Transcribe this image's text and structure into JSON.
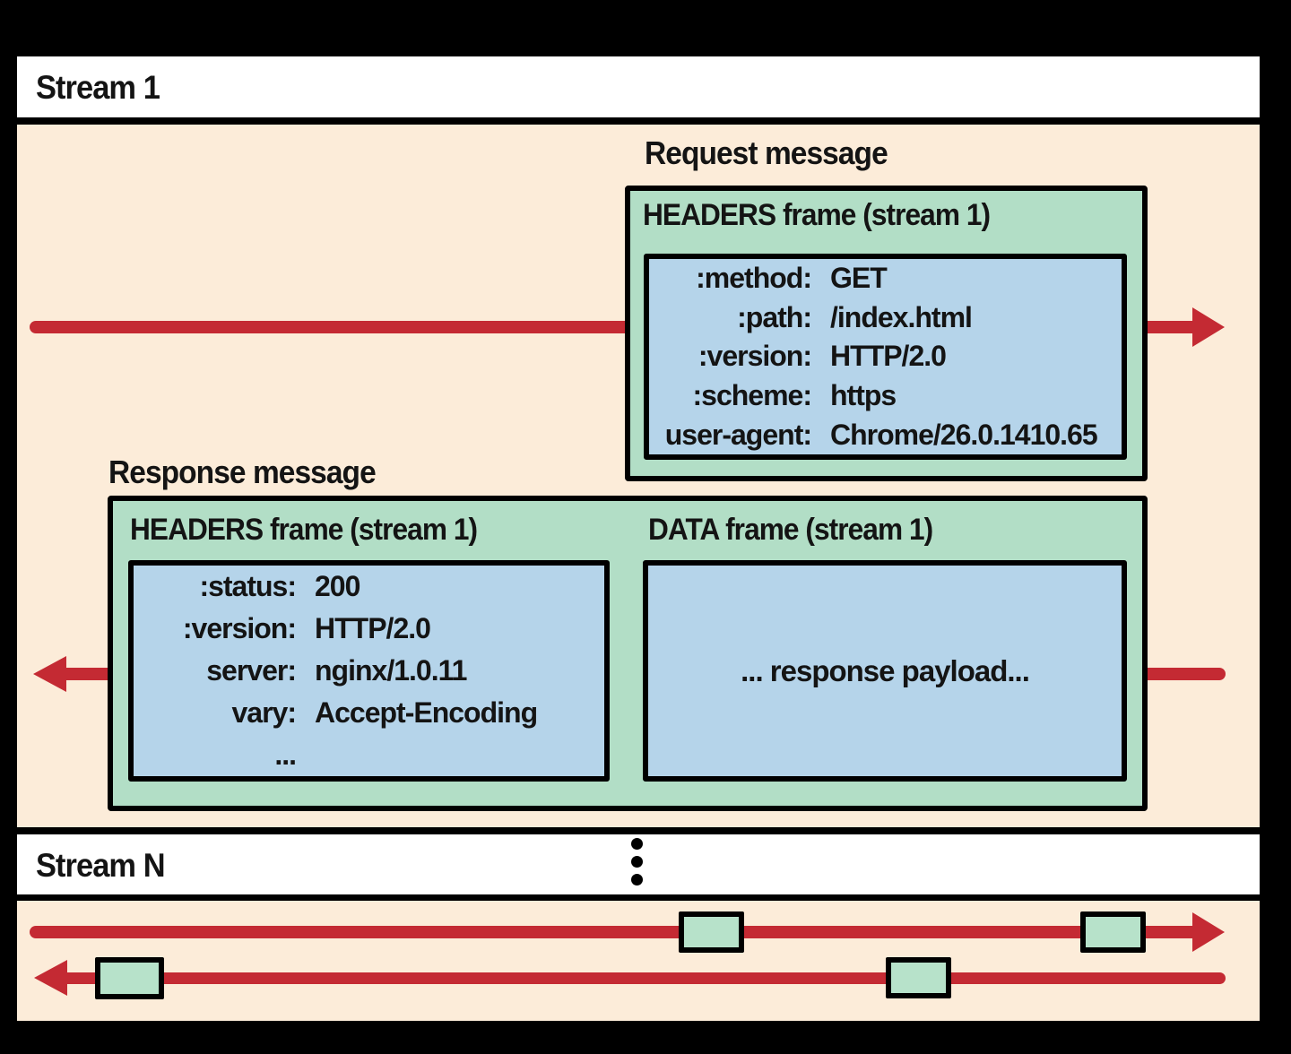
{
  "streams": {
    "stream1_label": "Stream 1",
    "streamN_label": "Stream N"
  },
  "request": {
    "title": "Request message",
    "frame_title": "HEADERS frame (stream 1)",
    "headers": [
      {
        "key": ":method:",
        "value": "GET"
      },
      {
        "key": ":path:",
        "value": "/index.html"
      },
      {
        "key": ":version:",
        "value": "HTTP/2.0"
      },
      {
        "key": ":scheme:",
        "value": "https"
      },
      {
        "key": "user-agent:",
        "value": "Chrome/26.0.1410.65"
      }
    ]
  },
  "response": {
    "title": "Response message",
    "headers_frame_title": "HEADERS frame (stream 1)",
    "data_frame_title": "DATA frame (stream 1)",
    "headers": [
      {
        "key": ":status:",
        "value": "200"
      },
      {
        "key": ":version:",
        "value": "HTTP/2.0"
      },
      {
        "key": "server:",
        "value": "nginx/1.0.11"
      },
      {
        "key": "vary:",
        "value": "Accept-Encoding"
      },
      {
        "key": "...",
        "value": ""
      }
    ],
    "payload_text": "... response payload..."
  },
  "icons": {
    "vertical_ellipsis": "three stacked dots",
    "arrow_heads": "solid red triangles"
  },
  "colors": {
    "background": "#000000",
    "stream_bar": "#ffffff",
    "panel_peach": "#fcecd9",
    "frame_green": "#b2dec6",
    "frame_marker_green": "#b7e2ca",
    "frame_blue": "#b5d4ea",
    "arrow_red": "#c42a33",
    "text": "#141414"
  }
}
